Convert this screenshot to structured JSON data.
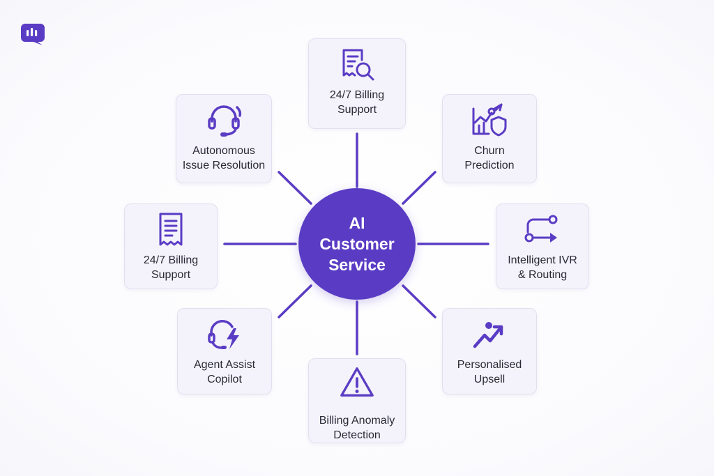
{
  "hub": {
    "title": "AI\nCustomer\nService"
  },
  "nodes": [
    {
      "key": "billing-support-top",
      "label": "24/7 Billing\nSupport",
      "icon": "billing-search-icon"
    },
    {
      "key": "churn-prediction",
      "label": "Churn\nPrediction",
      "icon": "chart-shield-icon"
    },
    {
      "key": "intelligent-ivr",
      "label": "Intelligent IVR\n& Routing",
      "icon": "routing-icon"
    },
    {
      "key": "personalised-upsell",
      "label": "Personalised\nUpsell",
      "icon": "trend-up-icon"
    },
    {
      "key": "billing-anomaly",
      "label": "Billing Anomaly\nDetection",
      "icon": "warning-triangle-icon"
    },
    {
      "key": "agent-assist",
      "label": "Agent Assist\nCopilot",
      "icon": "headset-bolt-icon"
    },
    {
      "key": "billing-support-left",
      "label": "24/7 Billing\nSupport",
      "icon": "receipt-icon"
    },
    {
      "key": "autonomous-resolution",
      "label": "Autonomous\nIssue Resolution",
      "icon": "headset-icon"
    }
  ],
  "colors": {
    "accent": "#5a3cc4",
    "node_bg": "#f4f3fb",
    "node_border": "#e2e0ef",
    "text": "#2a2a35"
  },
  "logo_icon": "chat-bubble-icon"
}
